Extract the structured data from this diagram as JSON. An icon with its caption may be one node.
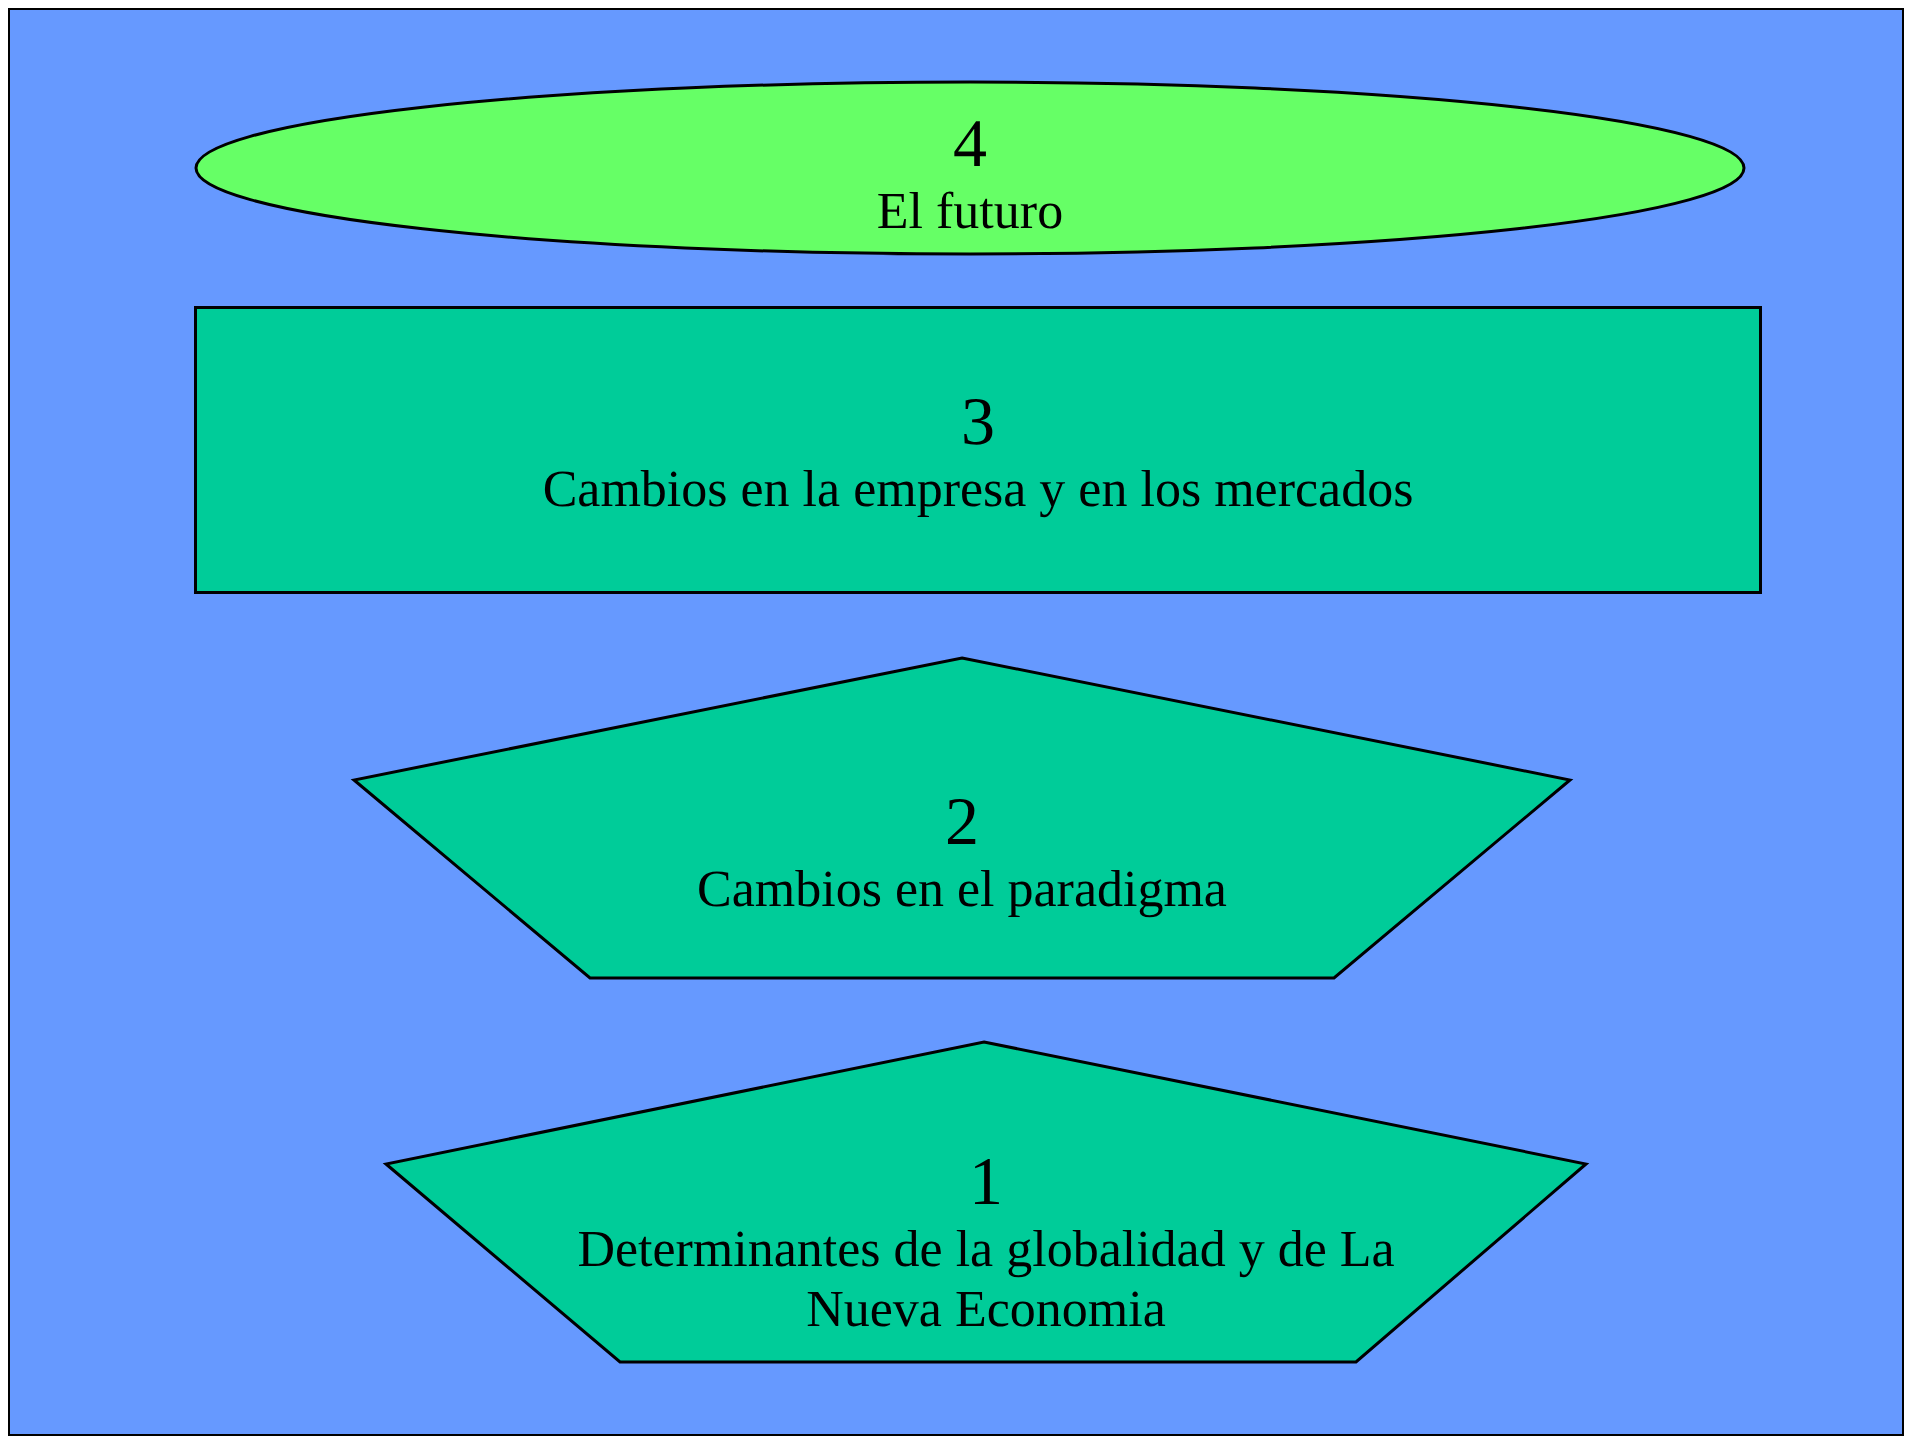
{
  "diagram": {
    "nodes": [
      {
        "text": [
          "4",
          "El futuro"
        ]
      },
      {
        "text": [
          "3",
          "Cambios en la empresa y en los mercados"
        ]
      },
      {
        "text": [
          "2",
          "Cambios en el paradigma"
        ]
      },
      {
        "text": [
          "1",
          "Determinantes de la globalidad y de La Nueva Economia"
        ]
      }
    ]
  }
}
